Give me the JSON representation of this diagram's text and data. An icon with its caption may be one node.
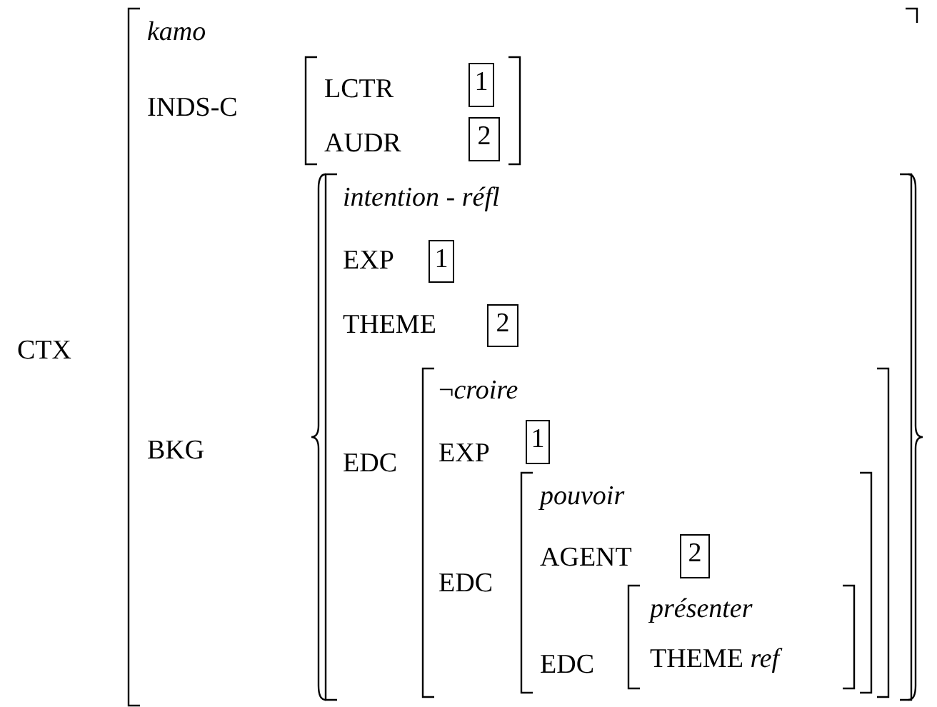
{
  "diagram": {
    "nodes": [
      {
        "text": [
          "*kamo*",
          "INDS-C",
          "BKG"
        ]
      },
      {
        "text": [
          "LCTR",
          "AUDR"
        ],
        "in": 0
      },
      {
        "text": [
          "1"
        ],
        "in": 1
      },
      {
        "text": [
          "2"
        ],
        "in": 1
      },
      {
        "text": [],
        "shape": "brace",
        "in": 0
      },
      {
        "text": [
          "*intention - réfl*",
          "EXP",
          "THEME",
          "EDC"
        ],
        "in": 4
      },
      {
        "text": [
          "1"
        ],
        "in": 5
      },
      {
        "text": [
          "2"
        ],
        "in": 5
      },
      {
        "text": [
          "¬*croire*",
          "EXP",
          "EDC"
        ],
        "in": 5
      },
      {
        "text": [
          "1"
        ],
        "in": 8
      },
      {
        "text": [
          "*pouvoir*",
          "AGENT",
          "EDC"
        ],
        "in": 8
      },
      {
        "text": [
          "2"
        ],
        "in": 10
      },
      {
        "text": [
          "*présenter*",
          "THEME *ref*"
        ],
        "in": 10
      }
    ],
    "labels": [
      "CTX"
    ]
  }
}
